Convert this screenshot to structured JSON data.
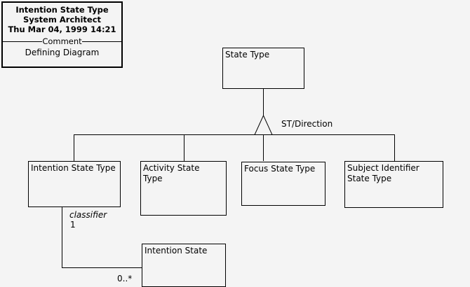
{
  "diagram": {
    "type": "uml-class-diagram",
    "background_color": "#f4f4f4",
    "line_color": "#000000",
    "text_color": "#000000"
  },
  "title_block": {
    "line1": "Intention State Type",
    "line2": "System Architect",
    "line3": "Thu Mar 04, 1999  14:21",
    "divider_caption": "Comment",
    "comment": "Defining Diagram"
  },
  "classes": {
    "state_type": {
      "name": "State Type"
    },
    "intention_state_type": {
      "name": "Intention State Type"
    },
    "activity_state_type": {
      "name": "Activity State\nType"
    },
    "focus_state_type": {
      "name": "Focus State Type"
    },
    "subject_identifier_state_type": {
      "name": "Subject Identifier\nState Type"
    },
    "intention_state": {
      "name": "Intention State"
    }
  },
  "relationships": {
    "generalization": {
      "label": "ST/Direction",
      "parent": "State Type",
      "children": [
        "Intention State Type",
        "Activity State Type",
        "Focus State Type",
        "Subject Identifier State Type"
      ]
    },
    "association": {
      "role_label": "classifier",
      "source_multiplicity": "1",
      "target_multiplicity": "0..*",
      "source": "Intention State Type",
      "target": "Intention State"
    }
  }
}
